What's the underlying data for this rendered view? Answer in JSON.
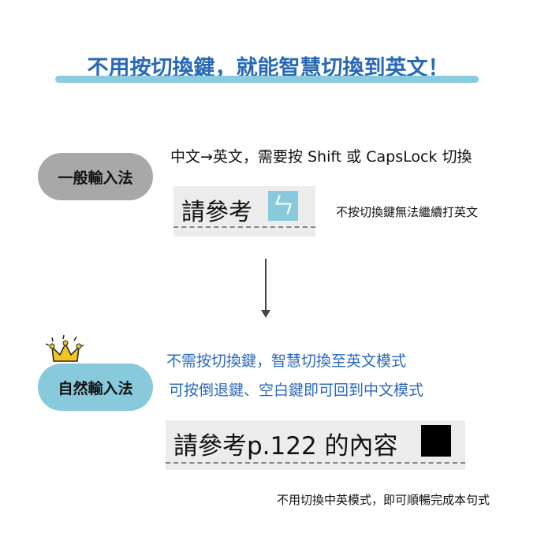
{
  "title": "不用按切換鍵，就能智慧切換到英文！",
  "section1": {
    "label": "一般輸入法",
    "description": "中文→英文，需要按 Shift  或 CapsLock  切換",
    "example_text": "請參考",
    "example_key": "ㄣ",
    "note": "不按切換鍵無法繼續打英文"
  },
  "section2": {
    "label": "自然輸入法",
    "line1": "不需按切換鍵，智慧切換至英文模式",
    "line2": "可按倒退鍵、空白鍵即可回到中文模式",
    "example_text": "請參考p.122 的內容",
    "note": "不用切換中英模式，即可順暢完成本句式"
  },
  "colors": {
    "accent": "#2768b8",
    "pill_blue": "#89c9dc",
    "pill_gray": "#a8a8a8"
  }
}
